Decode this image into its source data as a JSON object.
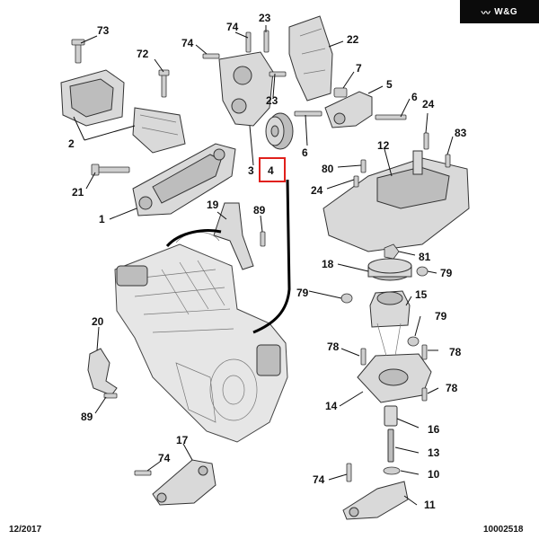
{
  "brand": {
    "label": "W&G",
    "logo": "wave-glyph"
  },
  "footer": {
    "date": "12/2017",
    "ref": "10002518"
  },
  "highlight_color": "#e0201b",
  "callouts": {
    "c73": "73",
    "c72": "72",
    "c74a": "74",
    "c74b": "74",
    "c23a": "23",
    "c22": "22",
    "c7": "7",
    "c5": "5",
    "c6a": "6",
    "c23b": "23",
    "c2": "2",
    "c21": "21",
    "c1": "1",
    "c3": "3",
    "c4": "4",
    "c6b": "6",
    "c24a": "24",
    "c83": "83",
    "c80": "80",
    "c12": "12",
    "c24b": "24",
    "c19": "19",
    "c89a": "89",
    "c81": "81",
    "c18": "18",
    "c79a": "79",
    "c79b": "79",
    "c15": "15",
    "c20": "20",
    "c79c": "79",
    "c78a": "78",
    "c78b": "78",
    "c14": "14",
    "c78c": "78",
    "c89b": "89",
    "c16": "16",
    "c13": "13",
    "c17": "17",
    "c74c": "74",
    "c10": "10",
    "c74d": "74",
    "c11": "11"
  }
}
